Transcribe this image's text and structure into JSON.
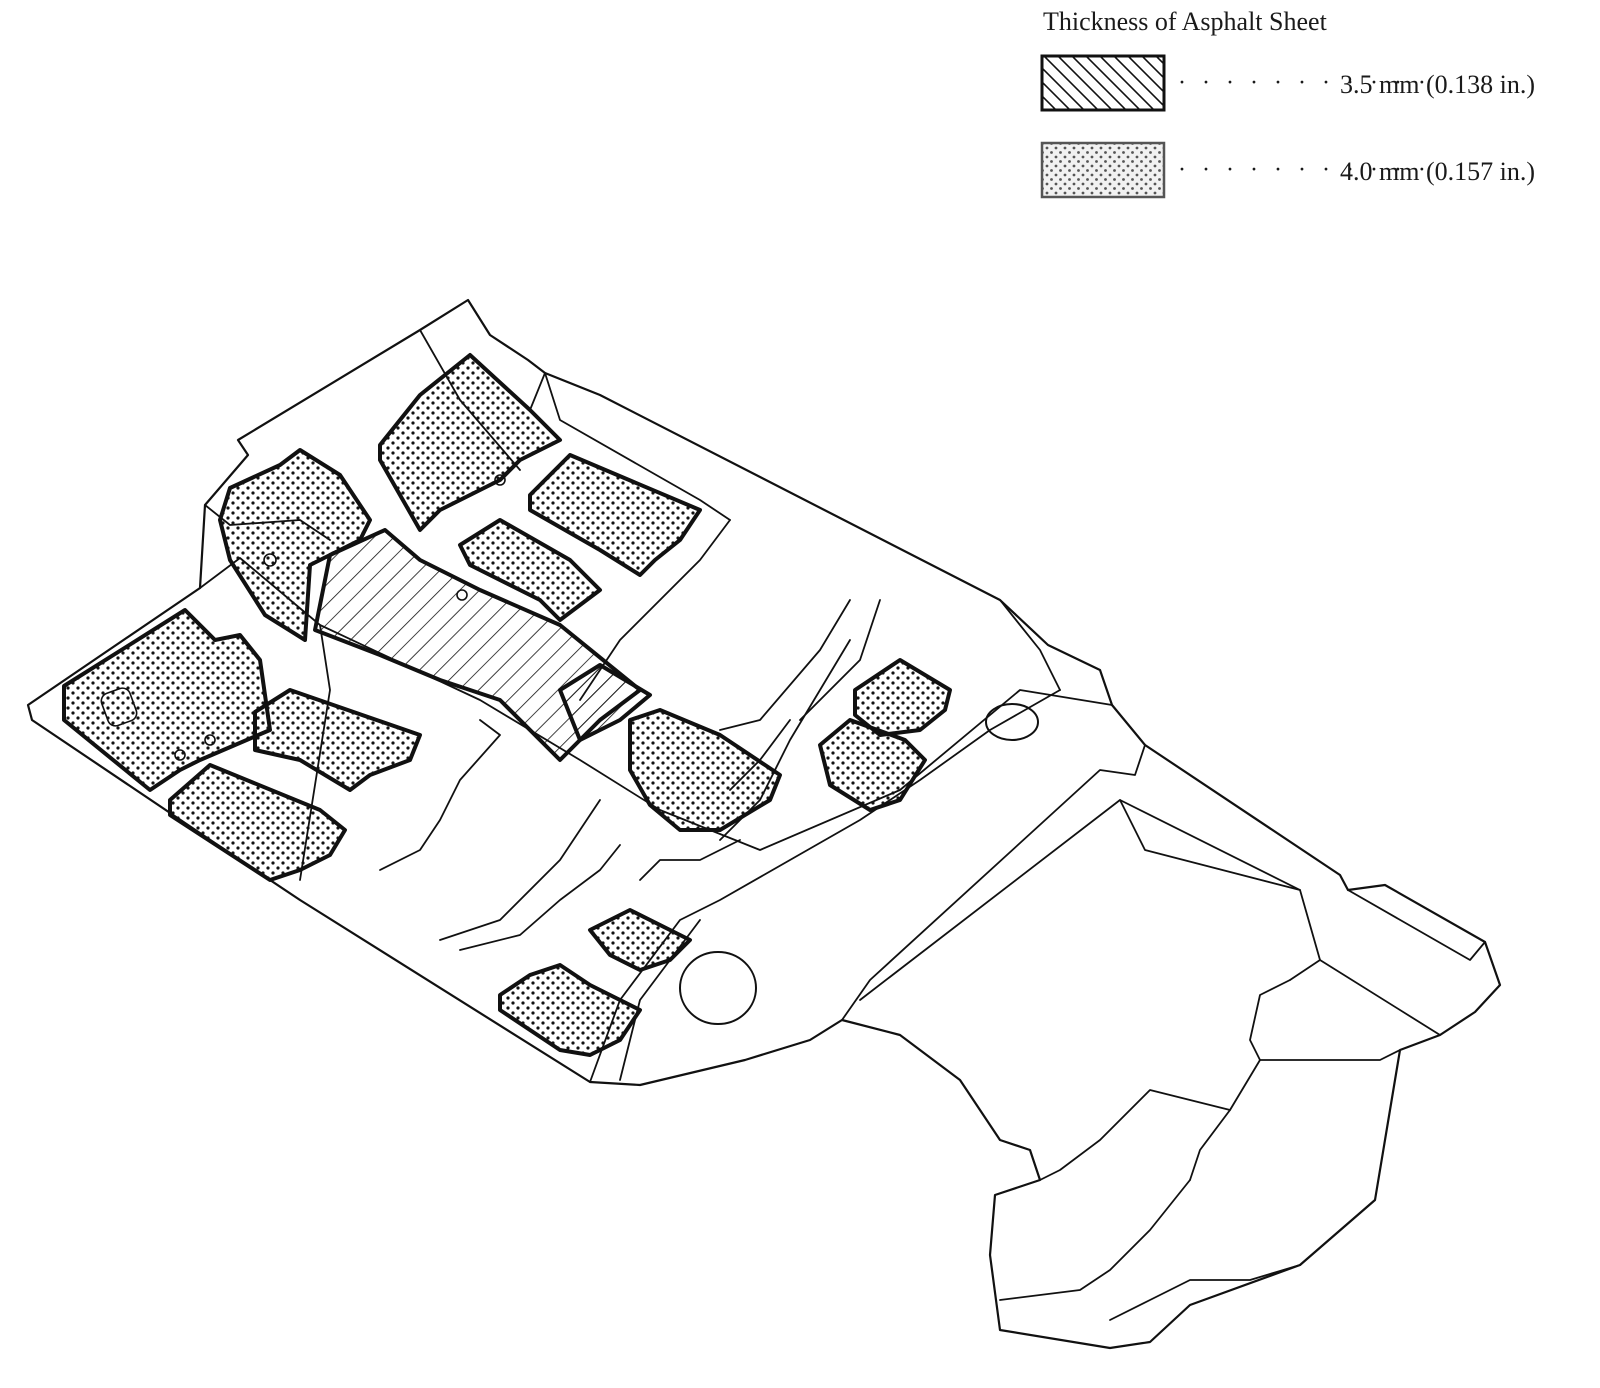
{
  "legend": {
    "title": "Thickness of Asphalt Sheet",
    "leader": "· · · · · · · · · · ·",
    "items": [
      {
        "pattern": "diagonal-hatch",
        "label": "3.5 mm (0.138 in.)",
        "swatch_fill": "#ffffff",
        "swatch_stroke": "#111111"
      },
      {
        "pattern": "dot-stipple",
        "label": "4.0 mm (0.157 in.)",
        "swatch_fill": "#f1f1f1",
        "swatch_stroke": "#555555"
      }
    ]
  },
  "drawing": {
    "subject": "floor-pan-asphalt-sheet-layout",
    "line_color": "#111111"
  }
}
